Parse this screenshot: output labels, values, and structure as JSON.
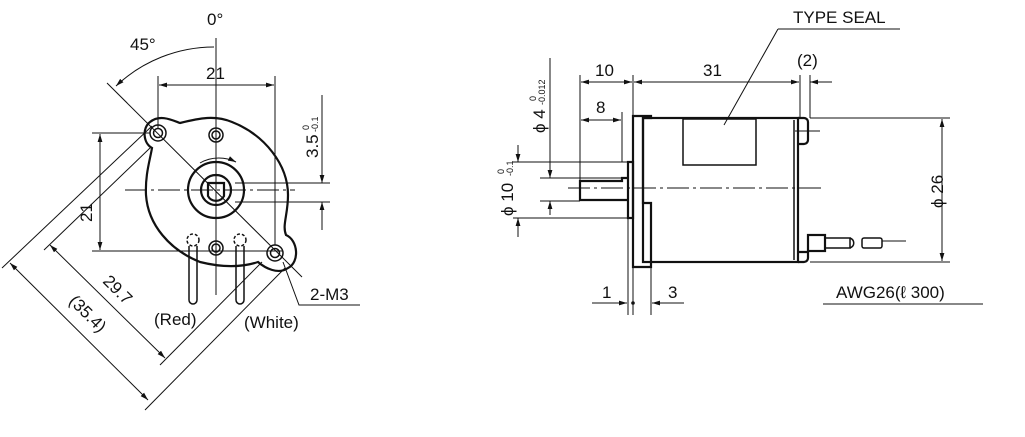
{
  "drawing": {
    "front_view": {
      "angle_zero": "0°",
      "angle_45": "45°",
      "hole_pitch_horizontal": "21",
      "hole_pitch_vertical": "21",
      "shaft_flat": "3.5",
      "shaft_flat_tol_upper": "0",
      "shaft_flat_tol_lower": "-0.1",
      "diagonal_pitch": "29.7",
      "overall_diagonal": "(35.4)",
      "mount_holes": "2-M3",
      "wire_red": "(Red)",
      "wire_white": "(White)"
    },
    "side_view": {
      "type_seal": "TYPE SEAL",
      "shaft_length": "10",
      "shaft_usable": "8",
      "body_length": "31",
      "cap_length": "(2)",
      "shaft_dia": "ϕ 4",
      "shaft_dia_tol_upper": "0",
      "shaft_dia_tol_lower": "-0.012",
      "boss_dia": "ϕ 10",
      "boss_dia_tol_upper": "0",
      "boss_dia_tol_lower": "-0.1",
      "body_dia": "ϕ 26",
      "boss_thickness": "1",
      "flange_thickness": "3",
      "lead_wire": "AWG26(ℓ 300)"
    }
  }
}
